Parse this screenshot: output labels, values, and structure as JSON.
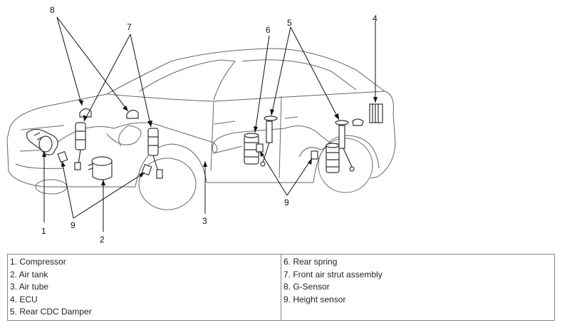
{
  "callouts": {
    "c1": "1",
    "c2": "2",
    "c3": "3",
    "c4": "4",
    "c5": "5",
    "c6": "6",
    "c7": "7",
    "c8": "8",
    "c9a": "9",
    "c9b": "9"
  },
  "legend": {
    "left": [
      "1. Compressor",
      "2. Air tank",
      "3. Air tube",
      "4. ECU",
      "5. Rear CDC Damper"
    ],
    "right": [
      "6. Rear spring",
      "7. Front air strut assembly",
      "8. G-Sensor",
      "9. Height sensor"
    ]
  },
  "colors": {
    "line": "#555555",
    "leader": "#111111",
    "part": "#333333"
  }
}
